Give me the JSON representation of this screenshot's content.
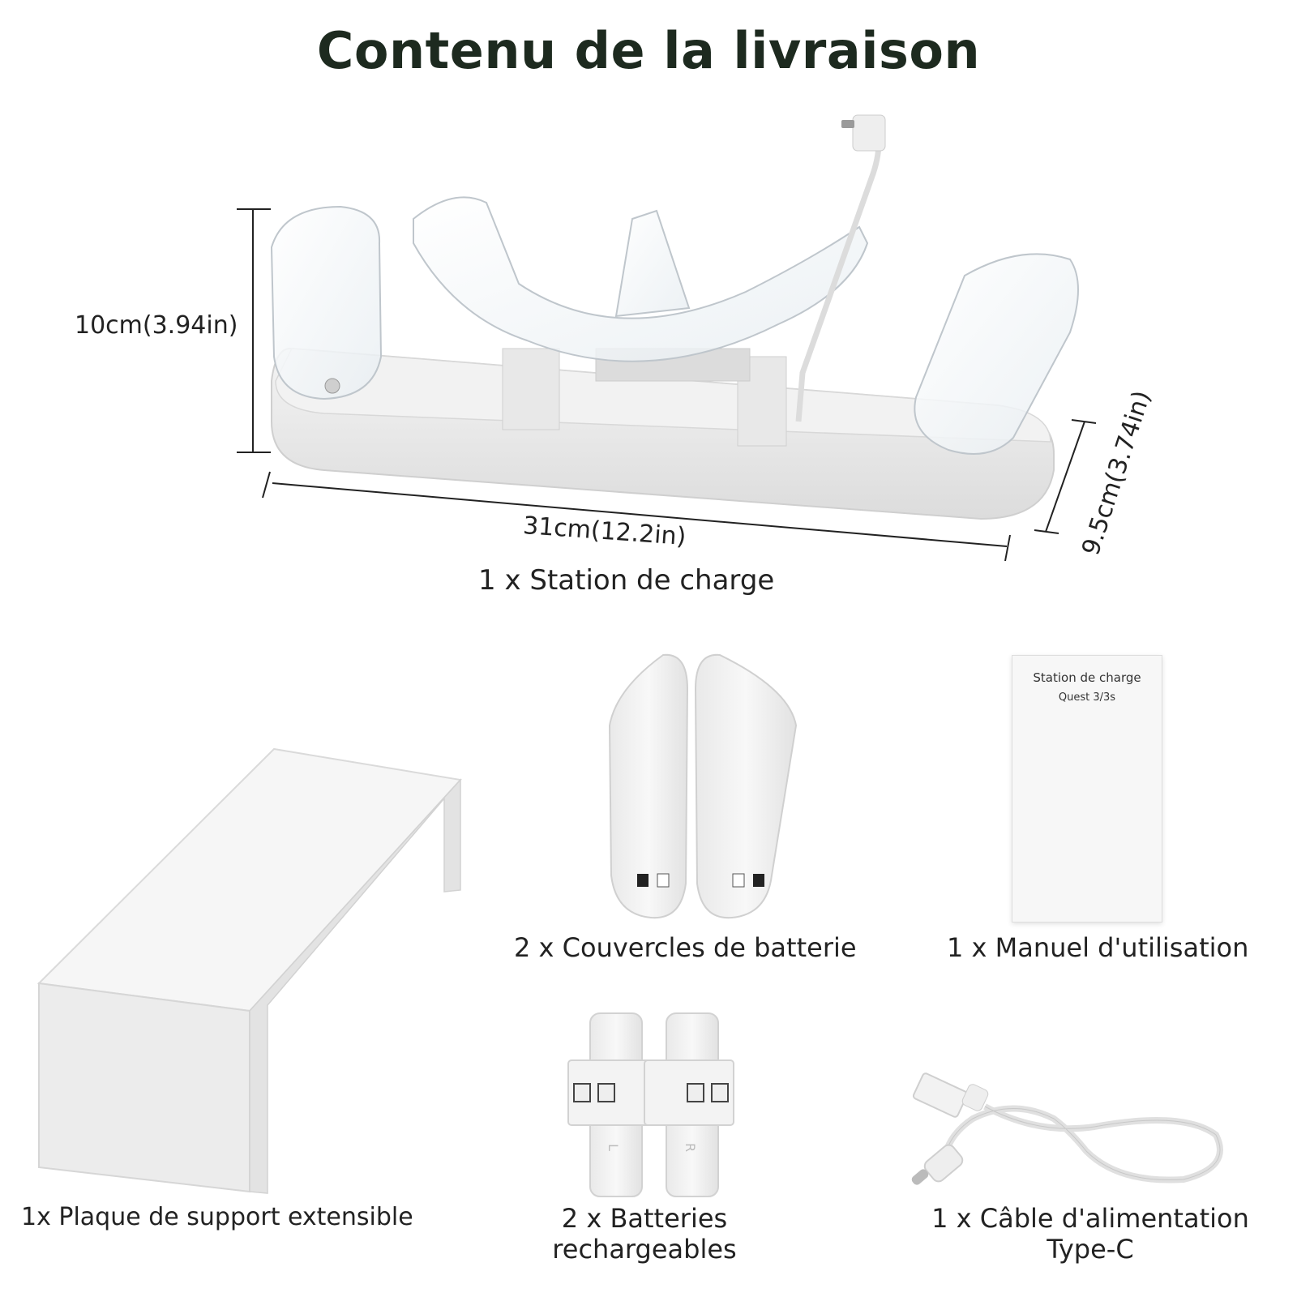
{
  "title": "Contenu de la livraison",
  "dimensions": {
    "height": "10cm(3.94in)",
    "length": "31cm(12.2in)",
    "depth": "9.5cm(3.74in)"
  },
  "items": {
    "station": "1 x Station de charge",
    "covers": "2 x Couvercles de batterie",
    "manual": "1 x Manuel d'utilisation",
    "plate": "1x Plaque de support extensible",
    "batteries_line1": "2 x Batteries",
    "batteries_line2": "rechargeables",
    "cable_line1": "1 x Câble d'alimentation",
    "cable_line2": "Type-C"
  },
  "manual_cover": {
    "line1": "Station de charge",
    "line2": "Quest 3/3s"
  },
  "battery_marks": {
    "left": "L",
    "right": "R"
  }
}
